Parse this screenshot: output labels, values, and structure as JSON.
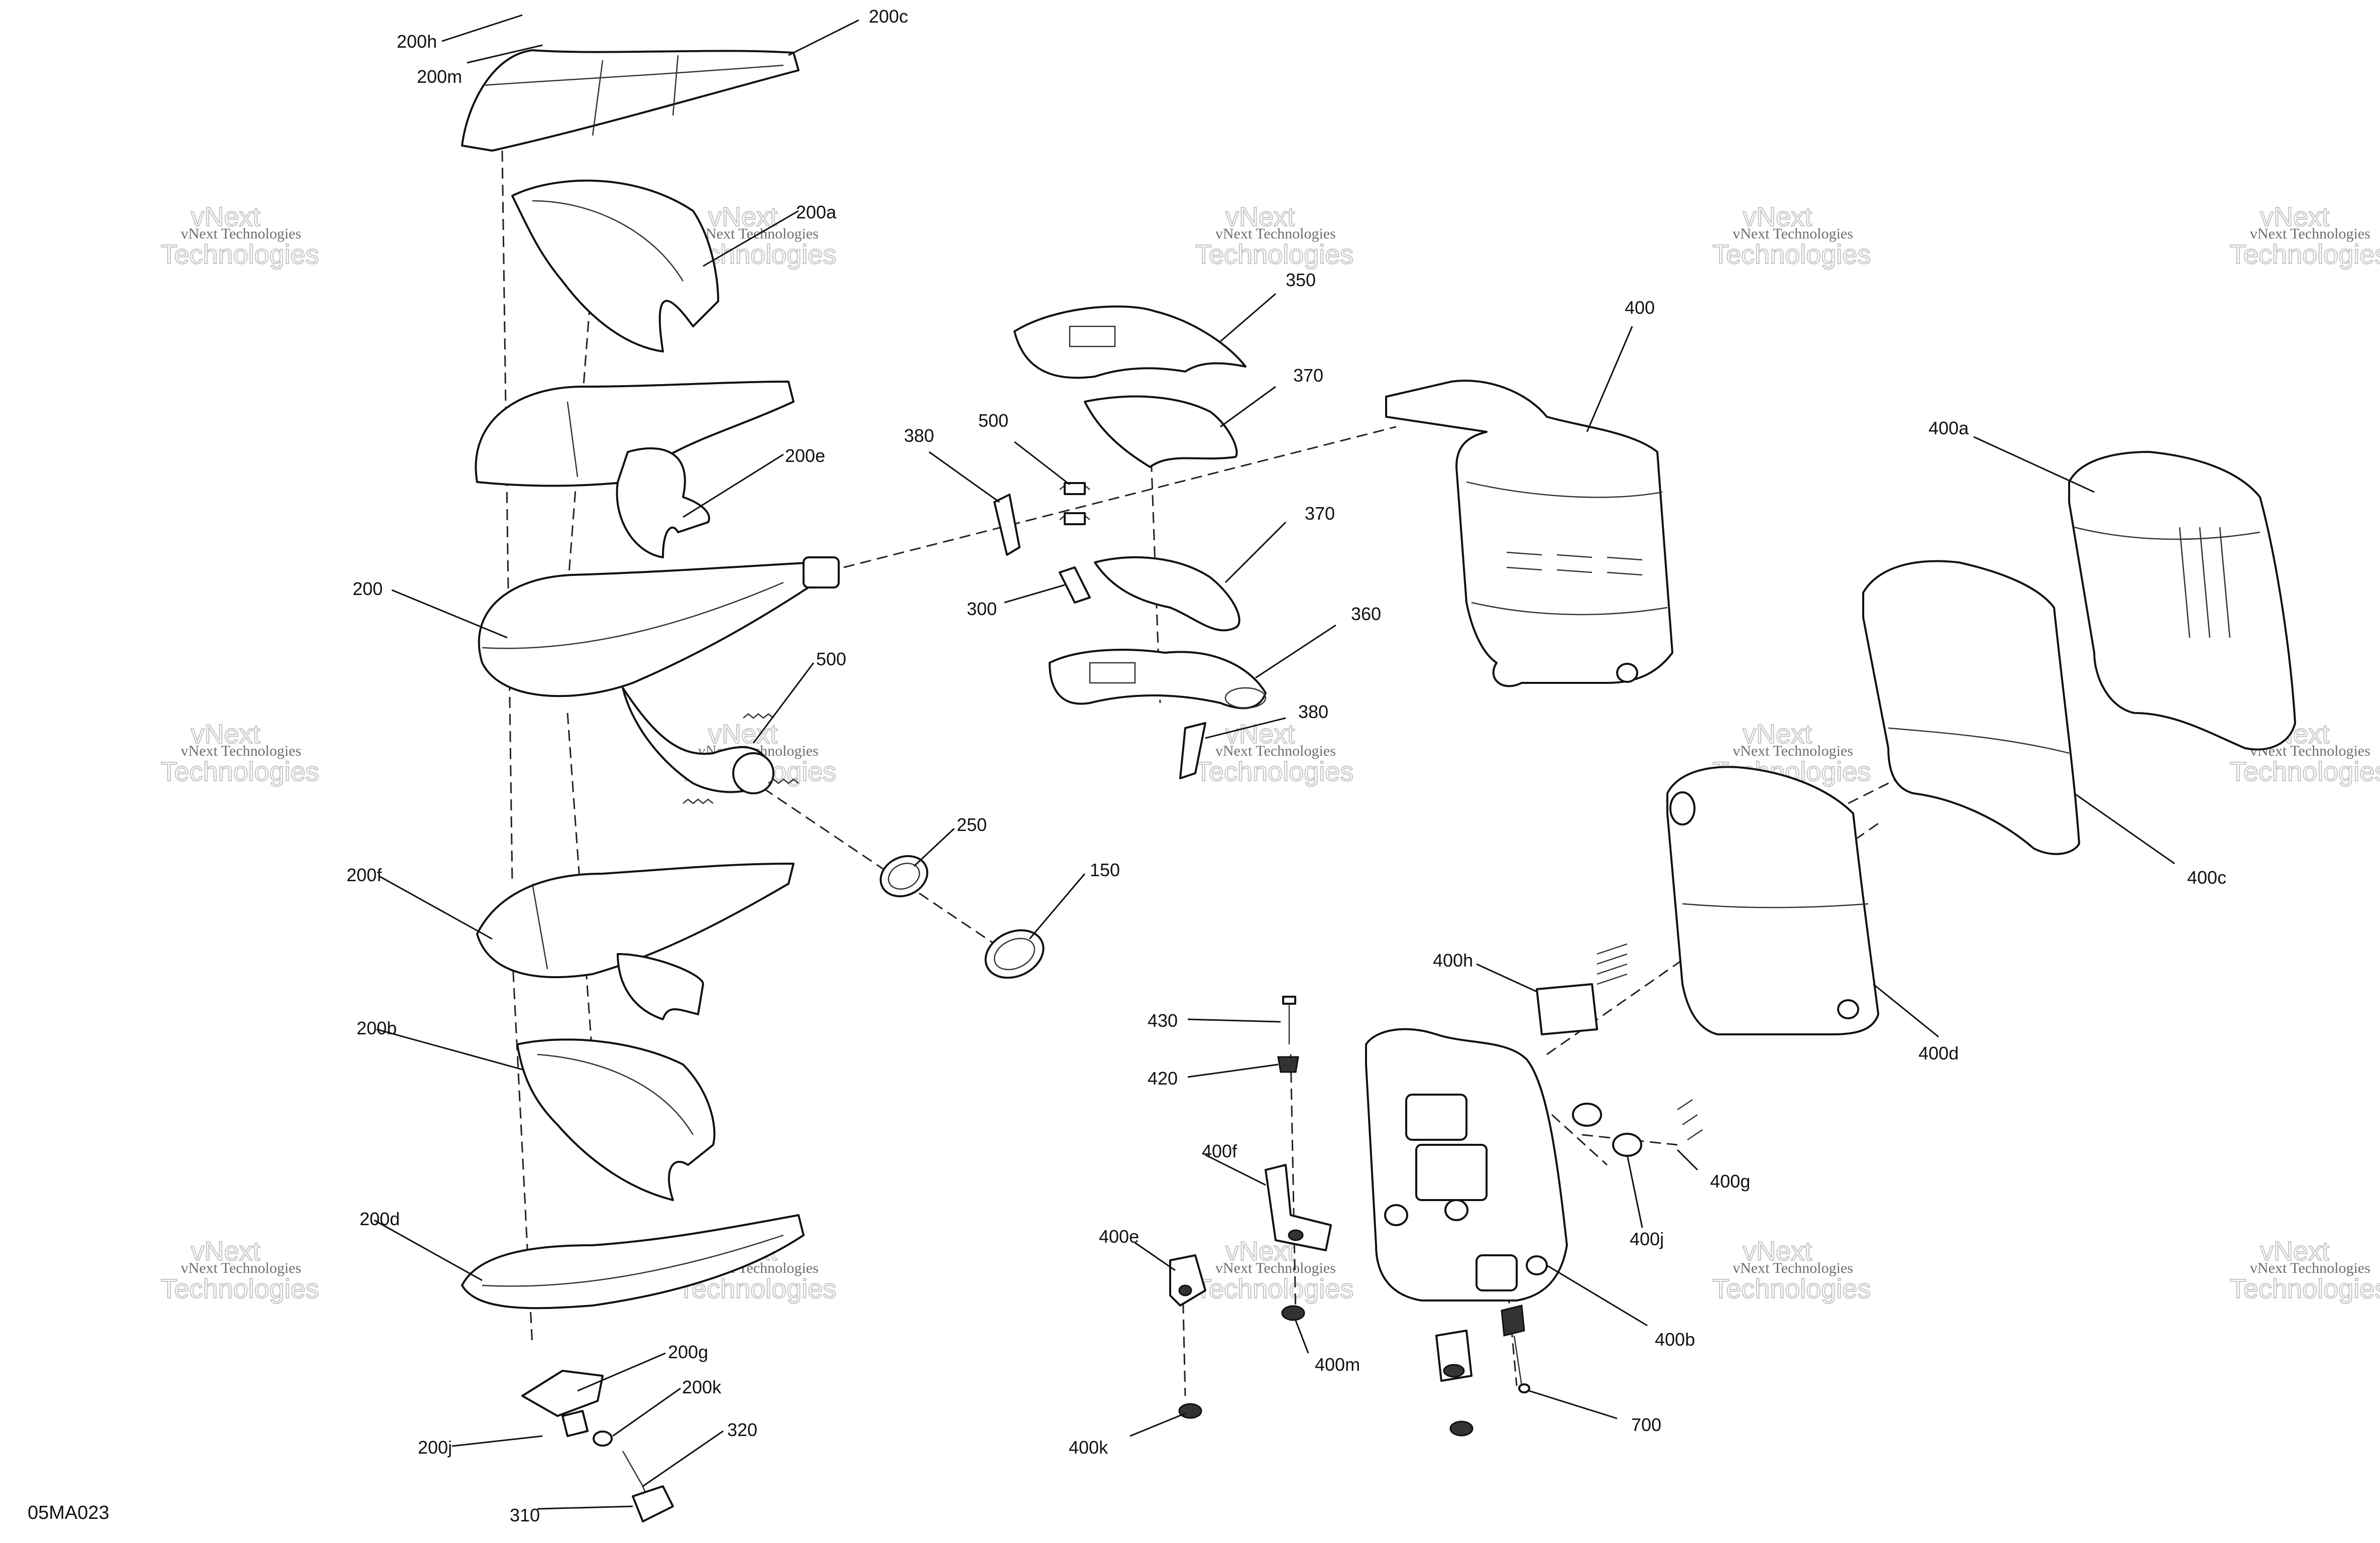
{
  "diagram": {
    "document_id": "05MA023",
    "watermark": {
      "line1": "vNext Technologies",
      "line2": "Technologies",
      "line3": "vNext"
    },
    "callouts": {
      "c200h": "200h",
      "c200m": "200m",
      "c200c": "200c",
      "c200a": "200a",
      "c200e": "200e",
      "c200": "200",
      "c500a": "500",
      "c200f": "200f",
      "c200b": "200b",
      "c200d": "200d",
      "c200g": "200g",
      "c200k": "200k",
      "c200j": "200j",
      "c320": "320",
      "c310": "310",
      "c250": "250",
      "c150": "150",
      "c350": "350",
      "c370a": "370",
      "c380a": "380",
      "c500b": "500",
      "c370b": "370",
      "c300": "300",
      "c360": "360",
      "c380b": "380",
      "c400": "400",
      "c400a": "400a",
      "c400c": "400c",
      "c400d": "400d",
      "c400h": "400h",
      "c430": "430",
      "c420": "420",
      "c400f": "400f",
      "c400e": "400e",
      "c400m": "400m",
      "c400k": "400k",
      "c400g": "400g",
      "c400j": "400j",
      "c400b": "400b",
      "c700": "700"
    }
  }
}
